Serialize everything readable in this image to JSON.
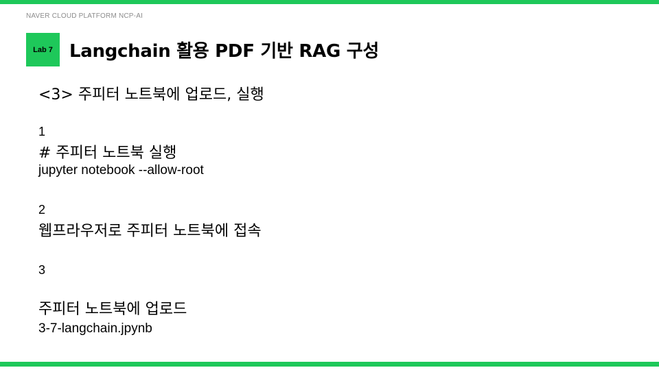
{
  "header": {
    "label": "NAVER CLOUD PLATFORM  NCP-AI"
  },
  "badge": {
    "label": "Lab 7"
  },
  "title": "Langchain 활용 PDF 기반 RAG 구성",
  "content": {
    "section_heading": "<3> 주피터 노트북에 업로드, 실행",
    "steps": [
      {
        "number": "1",
        "lines": [
          "# 주피터 노트북 실행",
          "jupyter notebook --allow-root"
        ]
      },
      {
        "number": "2",
        "lines": [
          "웹프라우저로 주피터 노트북에 접속"
        ]
      },
      {
        "number": "3",
        "lines": [
          "주피터 노트북에 업로드",
          "3-7-langchain.jpynb"
        ]
      }
    ]
  },
  "colors": {
    "accent": "#1ec85a",
    "header_text": "#8c8c8c"
  }
}
